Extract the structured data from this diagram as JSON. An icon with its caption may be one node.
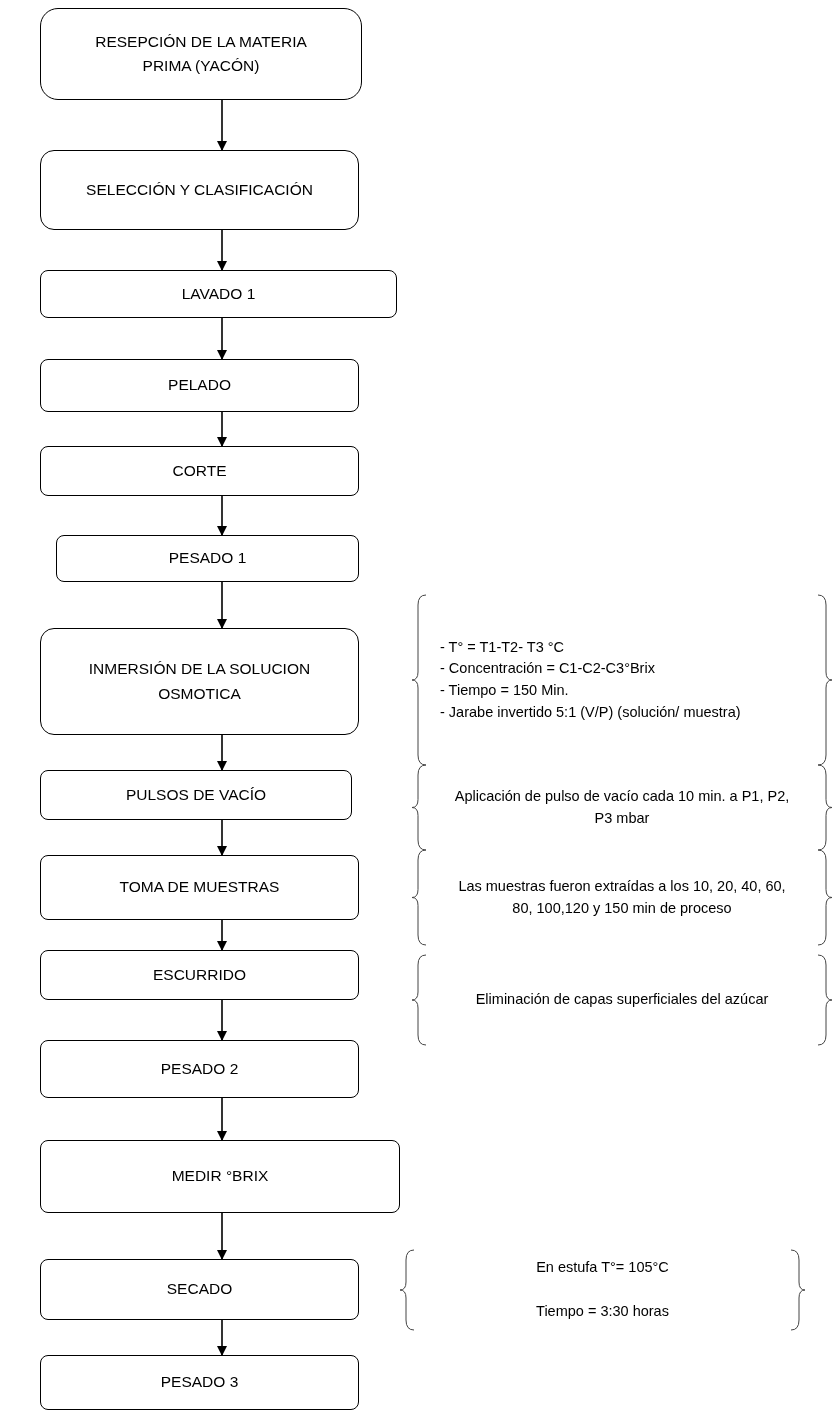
{
  "diagram": {
    "nodes": [
      {
        "text": [
          "RESEPCIÓN DE LA MATERIA PRIMA (YACÓN)"
        ]
      },
      {
        "text": [
          "SELECCIÓN Y CLASIFICACIÓN"
        ]
      },
      {
        "text": [
          "LAVADO 1"
        ]
      },
      {
        "text": [
          "PELADO"
        ]
      },
      {
        "text": [
          "CORTE"
        ]
      },
      {
        "text": [
          "PESADO 1"
        ]
      },
      {
        "text": [
          "INMERSIÓN DE LA SOLUCION OSMOTICA"
        ],
        "beside": [
          "- T° = T1-T2- T3 °C",
          "- Concentración = C1-C2-C3°Brix",
          "- Tiempo = 150 Min.",
          "- Jarabe invertido 5:1 (V/P) (solución/ muestra)"
        ]
      },
      {
        "text": [
          "PULSOS DE VACÍO"
        ]
      },
      {
        "text": [
          "TOMA DE MUESTRAS"
        ]
      },
      {
        "text": [
          "ESCURRIDO"
        ]
      },
      {
        "text": [
          "PESADO 2"
        ]
      },
      {
        "text": [
          "MEDIR °BRIX"
        ]
      },
      {
        "text": [
          "SECADO"
        ],
        "beside": [
          "En estufa T°= 105°C",
          "Tiempo = 3:30 horas"
        ]
      },
      {
        "text": [
          "PESADO 3"
        ]
      }
    ],
    "edges": [
      {
        "from": 0,
        "to": 1,
        "arrow": "to"
      },
      {
        "from": 1,
        "to": 2,
        "arrow": "to"
      },
      {
        "from": 2,
        "to": 3,
        "arrow": "to"
      },
      {
        "from": 3,
        "to": 4,
        "arrow": "to"
      },
      {
        "from": 4,
        "to": 5,
        "arrow": "to"
      },
      {
        "from": 5,
        "to": 6,
        "arrow": "to"
      },
      {
        "from": 6,
        "to": 7,
        "arrow": "to"
      },
      {
        "from": 7,
        "to": 8,
        "arrow": "to"
      },
      {
        "from": 8,
        "to": 9,
        "arrow": "to"
      },
      {
        "from": 9,
        "to": 10,
        "arrow": "to"
      },
      {
        "from": 10,
        "to": 11,
        "arrow": "to"
      },
      {
        "from": 11,
        "to": 12,
        "arrow": "to"
      },
      {
        "from": 12,
        "to": 13,
        "arrow": "to"
      }
    ],
    "labels": [
      "Aplicación de pulso de vacío cada 10 min. a P1, P2, P3 mbar",
      "Las muestras fueron extraídas a los 10, 20, 40, 60, 80, 100,120 y 150 min de proceso",
      "Eliminación de capas superficiales del azúcar"
    ]
  }
}
